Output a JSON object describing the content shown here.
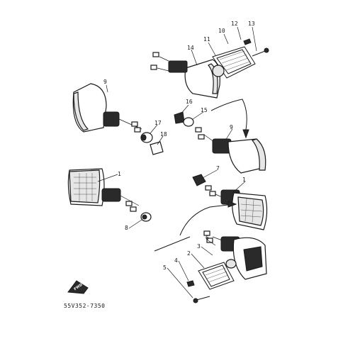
{
  "diagram": {
    "part_labels": [
      "1",
      "1",
      "2",
      "3",
      "4",
      "5",
      "6",
      "7",
      "8",
      "9",
      "9",
      "10",
      "11",
      "12",
      "13",
      "14",
      "15",
      "16",
      "17",
      "18"
    ],
    "forward_badge": "FWD",
    "reference_code": "55V352-7350"
  }
}
